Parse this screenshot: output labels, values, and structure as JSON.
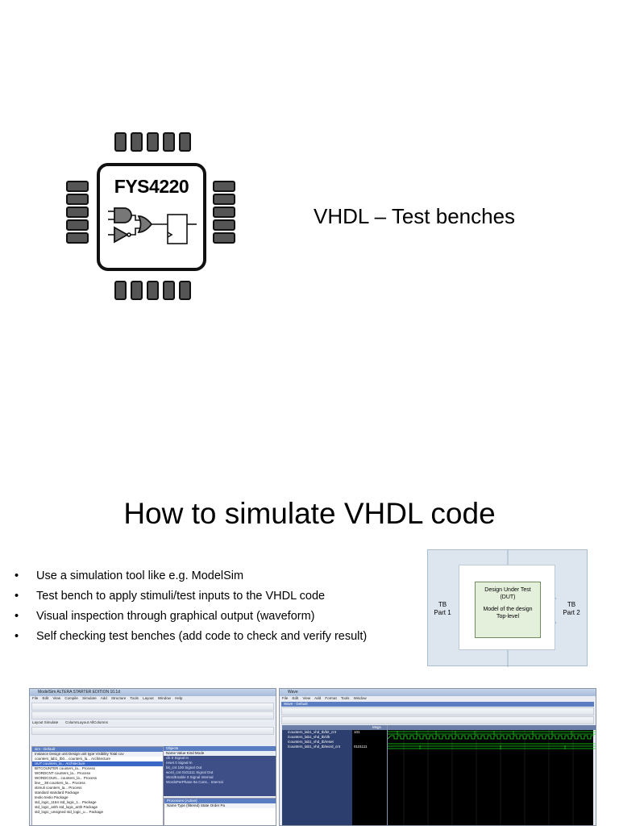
{
  "slide1": {
    "logo_label": "FYS4220",
    "title": "VHDL – Test benches"
  },
  "slide2": {
    "title": "How to simulate VHDL code",
    "bullet_symbol": "•",
    "bullets": [
      "Use a simulation tool like e.g. ModelSim",
      "Test bench to apply stimuli/test inputs to the VHDL code",
      "Visual inspection through graphical output (waveform)",
      "Self checking test benches  (add code to check and verify result)"
    ],
    "diagram": {
      "left_label_line1": "TB",
      "left_label_line2": "Part 1",
      "right_label_line1": "TB",
      "right_label_line2": "Part 2",
      "dut_line1": "Design Under Test",
      "dut_line2": "(DUT)",
      "dut_line3": "Model of the design",
      "dut_line4": "Top-level",
      "outer_color": "#dde6ef",
      "dut_color": "#e4efdc",
      "arrow_color": "#5b8ec4"
    },
    "modelsim_window": {
      "title": "ModelSim ALTERA STARTER EDITION 10.1d",
      "menu": "File Edit View Compile Simulate Add Structure Tools Layout Window Help",
      "layout_label": "Layout Simulate",
      "column_layout_label": "ColumnLayout AllColumns",
      "workspace_header": "sim - Default",
      "workspace_columns": "Instance  Design unit  Design unit type  Visibility  Total cov",
      "workspace_rows": [
        "counters_lab1_tb0...   counters_la...  Architecture",
        "UUT   counters_la...  Architecture",
        "BITCOUNTER   counters_la...  Process",
        "WORDCNT   counters_la...  Process",
        "WORDCOUN...   counters_la...  Process",
        "line__38   counters_la...  Process",
        "stimuli   counters_la...  Process",
        "standard   standard   Package",
        "textio   textio   Package",
        "std_logic_1164   std_logic_1...  Package",
        "std_logic_arith   std_logic_arith  Package",
        "std_logic_unsigned   std_logic_u...  Package"
      ],
      "objects_header": "Objects",
      "objects_columns": "Name  Value  Kind  Mode",
      "objects_rows": [
        "clk   0   Signal  In",
        "reset   0   Signal  In",
        "bit_cnt   100   Signal  Out",
        "word_cnt   0101111  Signal  Out",
        "WordEnable   0   Signal  Internal",
        "WordsPerPhase   9a   Cons...  Internal"
      ],
      "processes_header": "Processes (Active)",
      "processes_columns": "Name  Type (filtered)  State  Order  Pa"
    },
    "wave_window": {
      "title": "Wave",
      "menu": "File Edit View Add Format Tools Window",
      "pane_header": "Wave - Default",
      "msgs_label": "Msgs",
      "signals": [
        "/counters_lab1_vhd_tb/bit_cnt",
        "/counters_lab1_vhd_tb/clk",
        "/counters_lab1_vhd_tb/reset",
        "/counters_lab1_vhd_tb/word_cnt"
      ],
      "values": [
        "101",
        "",
        "",
        "0101111"
      ]
    }
  }
}
